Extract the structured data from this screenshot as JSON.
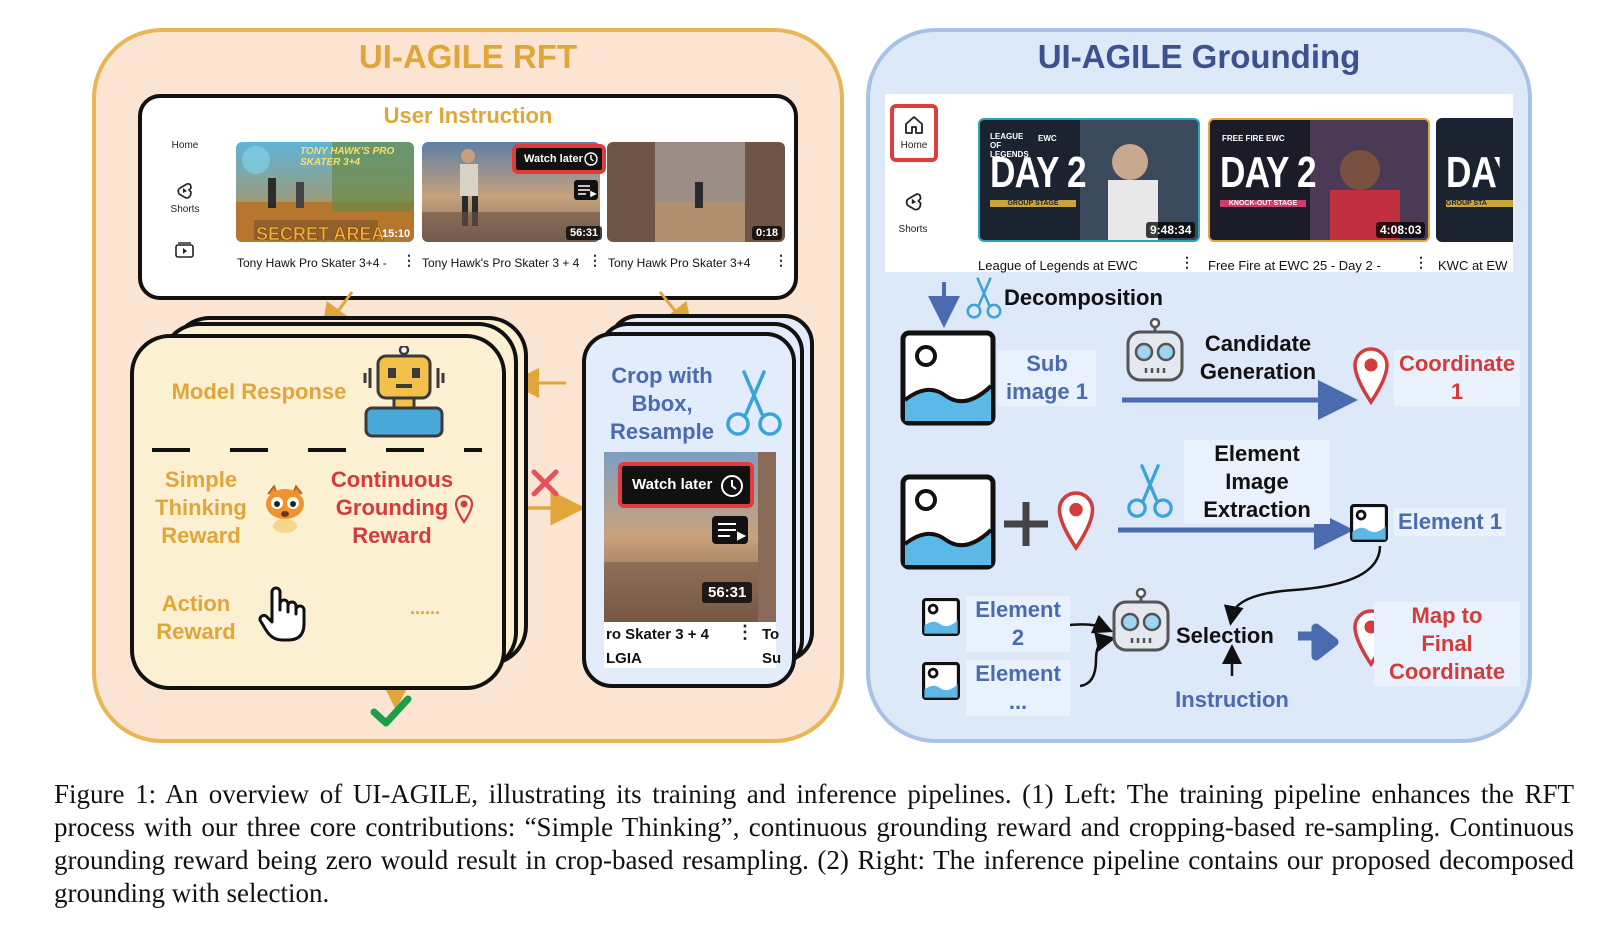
{
  "left_panel": {
    "title": "UI-AGILE RFT",
    "user_instruction": "User Instruction",
    "sidebar": [
      "Home",
      "Shorts"
    ],
    "videos": [
      {
        "title": "Tony Hawk Pro Skater 3+4 -",
        "duration": "15:10",
        "overlay_text": "SECRET AREA",
        "game_logo": "TONY HAWK'S PRO SKATER 3+4"
      },
      {
        "title": "Tony Hawk's Pro Skater 3 + 4",
        "duration": "56:31",
        "badge": "Watch later"
      },
      {
        "title": "Tony Hawk Pro Skater 3+4",
        "duration": "0:18"
      }
    ],
    "model_response": "Model Response",
    "simple_thinking_reward": [
      "Simple",
      "Thinking",
      "Reward"
    ],
    "continuous_grounding_reward": [
      "Continuous",
      "Grounding",
      "Reward"
    ],
    "action_reward": [
      "Action",
      "Reward"
    ],
    "ellipsis": "......",
    "crop_label": [
      "Crop with",
      "Bbox,",
      "Resample"
    ],
    "crop_preview": {
      "badge": "Watch later",
      "duration": "56:31",
      "line1": "ro Skater 3 + 4",
      "line1_right": "To",
      "line2": "LGIA",
      "line2_right": "Su"
    },
    "colors": {
      "accent": "#e0a63a",
      "red": "#d23c3c",
      "check": "#1e9e4a"
    }
  },
  "right_panel": {
    "title": "UI-AGILE Grounding",
    "sidebar": [
      "Home",
      "Shorts"
    ],
    "videos": [
      {
        "title": "League of Legends at EWC",
        "duration": "9:48:34",
        "big": "DAY 2",
        "small": "GROUP STAGE",
        "logo": "LEAGUE OF LEGENDS",
        "brand": "EWC"
      },
      {
        "title": "Free Fire at EWC 25 - Day 2 -",
        "duration": "4:08:03",
        "big": "DAY 2",
        "small": "KNOCK-OUT STAGE",
        "logo": "FREE FIRE",
        "brand": "EWC"
      },
      {
        "title": "KWC at EW",
        "big": "DAY",
        "small": "GROUP STA"
      }
    ],
    "decomposition": "Decomposition",
    "sub_image": [
      "Sub",
      "image 1"
    ],
    "candidate_generation": [
      "Candidate",
      "Generation"
    ],
    "coordinate": [
      "Coordinate",
      "1"
    ],
    "element_extraction": [
      "Element",
      "Image",
      "Extraction"
    ],
    "element1": "Element 1",
    "element2": [
      "Element",
      "2"
    ],
    "element_n": [
      "Element",
      "..."
    ],
    "selection": "Selection",
    "instruction": "Instruction",
    "final": [
      "Map to",
      "Final",
      "Coordinate"
    ],
    "colors": {
      "accent": "#3d5190",
      "arrow": "#4b6bb0",
      "red": "#d23c3c"
    }
  },
  "caption": "Figure 1: An overview of UI-AGILE, illustrating its training and inference pipelines. (1) Left: The training pipeline enhances the RFT process with our three core contributions: “Simple Thinking”, continuous grounding reward and cropping-based re-sampling. Continuous grounding reward being zero would result in crop-based resampling. (2) Right: The inference pipeline contains our proposed decomposed grounding with selection."
}
